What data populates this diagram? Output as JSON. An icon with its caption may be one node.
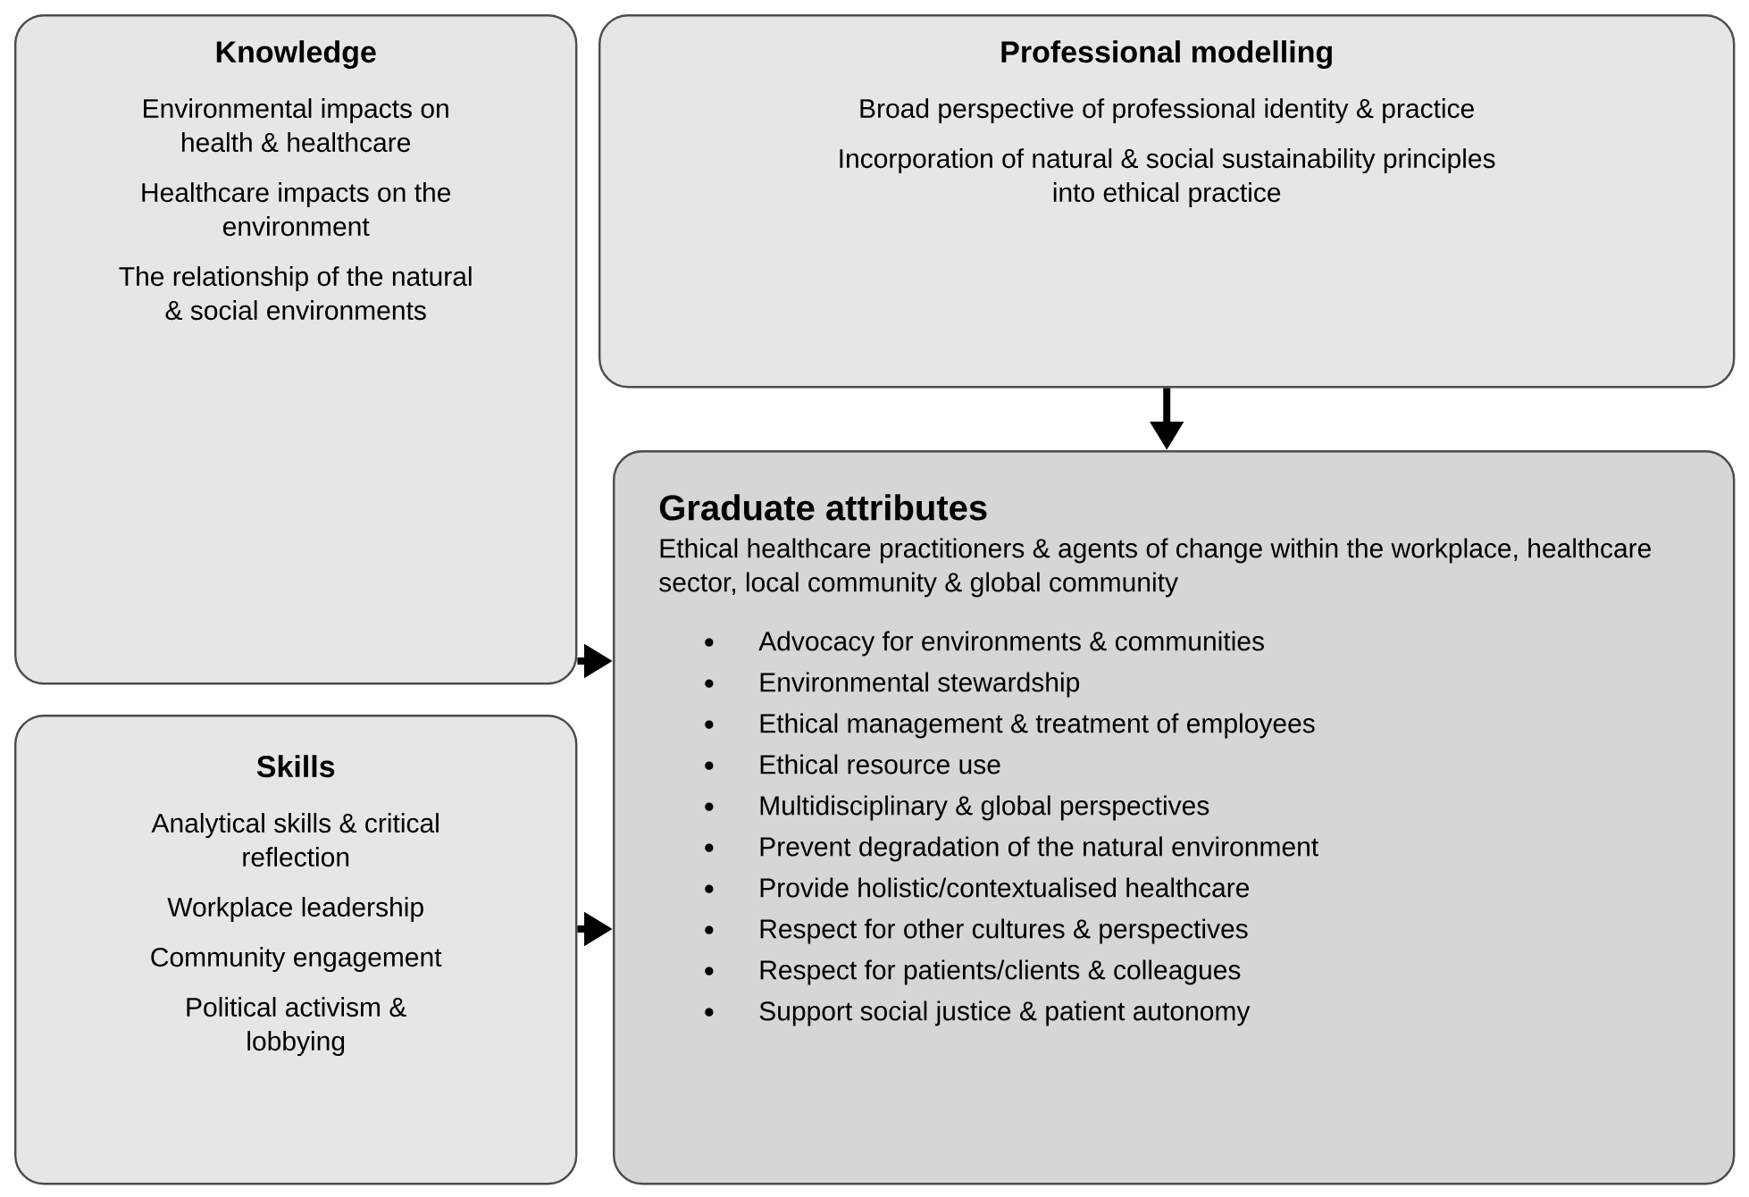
{
  "diagram": {
    "nodes": [
      {
        "text": [
          "Knowledge",
          "Environmental impacts on health & healthcare",
          "Healthcare impacts on the environment",
          "The relationship of the natural & social environments"
        ]
      },
      {
        "text": [
          "Professional modelling",
          "Broad perspective of professional identity & practice",
          "Incorporation of natural & social sustainability principles into ethical practice"
        ]
      },
      {
        "text": [
          "Skills",
          "Analytical skills & critical reflection",
          "Workplace leadership",
          "Community engagement",
          "Political activism & lobbying"
        ]
      },
      {
        "text": [
          "Graduate attributes",
          "Ethical healthcare practitioners & agents of change within the workplace, healthcare sector, local community & global community",
          "Advocacy for environments & communities",
          "Environmental stewardship",
          "Ethical management & treatment of employees",
          "Ethical resource use",
          "Multidisciplinary & global perspectives",
          "Prevent degradation of the natural environment",
          "Provide holistic/contextualised healthcare",
          "Respect for other cultures & perspectives",
          "Respect for patients/clients & colleagues",
          "Support social justice & patient autonomy"
        ]
      }
    ],
    "edges": [
      {
        "from": 0,
        "to": 3,
        "arrow": "to"
      },
      {
        "from": 1,
        "to": 3,
        "arrow": "to"
      },
      {
        "from": 2,
        "to": 3,
        "arrow": "to"
      }
    ]
  }
}
